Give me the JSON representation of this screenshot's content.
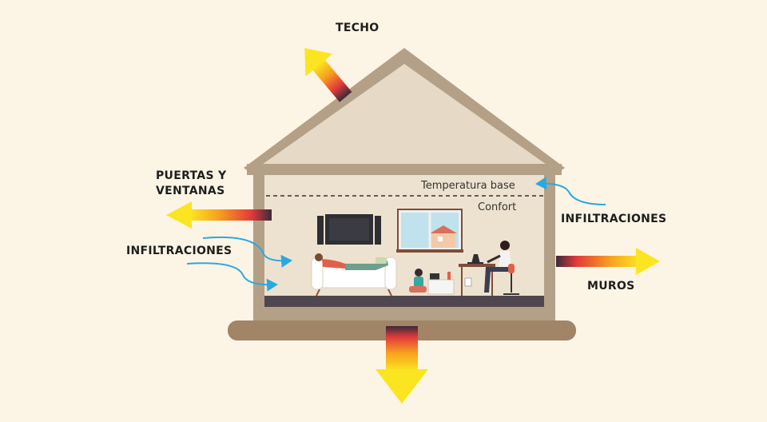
{
  "labels": {
    "roof": "TECHO",
    "doors_windows_line1": "PUERTAS Y",
    "doors_windows_line2": "VENTANAS",
    "infiltration_left": "INFILTRACIONES",
    "infiltration_right": "INFILTRACIONES",
    "walls": "MUROS",
    "base_temperature": "Temperatura base",
    "comfort": "Confort"
  },
  "colors": {
    "background": "#fcf4e4",
    "house_frame": "#b3a086",
    "house_interior": "#ede2cf",
    "roof_interior": "#e6dac6",
    "floor": "#504650",
    "foundation": "#a28467",
    "heat_arrow_hot": "#f04e4e",
    "heat_arrow_warm": "#fbe521",
    "infiltration_arrow": "#2aa8e0"
  },
  "icons": [
    "heat-loss-arrow",
    "infiltration-arrow",
    "tv-icon",
    "speaker-icon",
    "window-icon",
    "sofa-icon",
    "person-icon",
    "desk-icon",
    "laptop-icon"
  ]
}
